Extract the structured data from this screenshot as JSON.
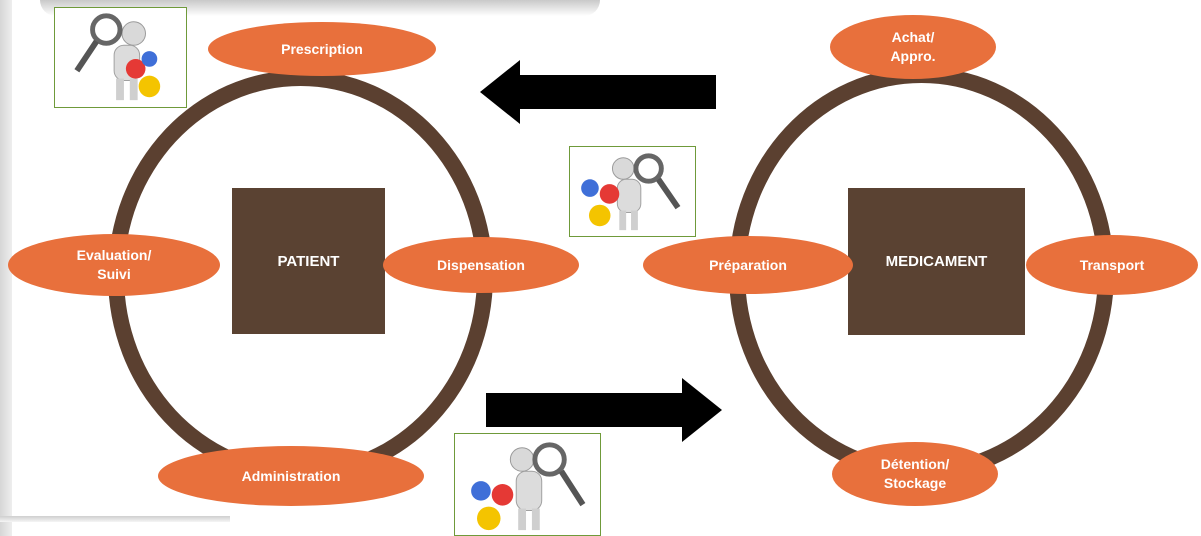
{
  "patient_cycle": {
    "center": "PATIENT",
    "steps": {
      "top": "Prescription",
      "right": "Dispensation",
      "bottom": "Administration",
      "left_line1": "Evaluation/",
      "left_line2": "Suivi"
    }
  },
  "medicament_cycle": {
    "center": "MEDICAMENT",
    "steps": {
      "top_line1": "Achat/",
      "top_line2": "Appro.",
      "right": "Transport",
      "bottom_line1": "Détention/",
      "bottom_line2": "Stockage",
      "left": "Préparation"
    }
  },
  "colors": {
    "ring": "#5b4030",
    "center_box": "#5a4232",
    "step_pill": "#e8703c",
    "arrow": "#000000",
    "icon_border": "#6f9a3a"
  },
  "icons": [
    "audit-magnifier-gears-icon",
    "audit-magnifier-gears-icon",
    "audit-magnifier-gears-icon"
  ],
  "arrows": [
    "arrow-left",
    "arrow-right"
  ]
}
